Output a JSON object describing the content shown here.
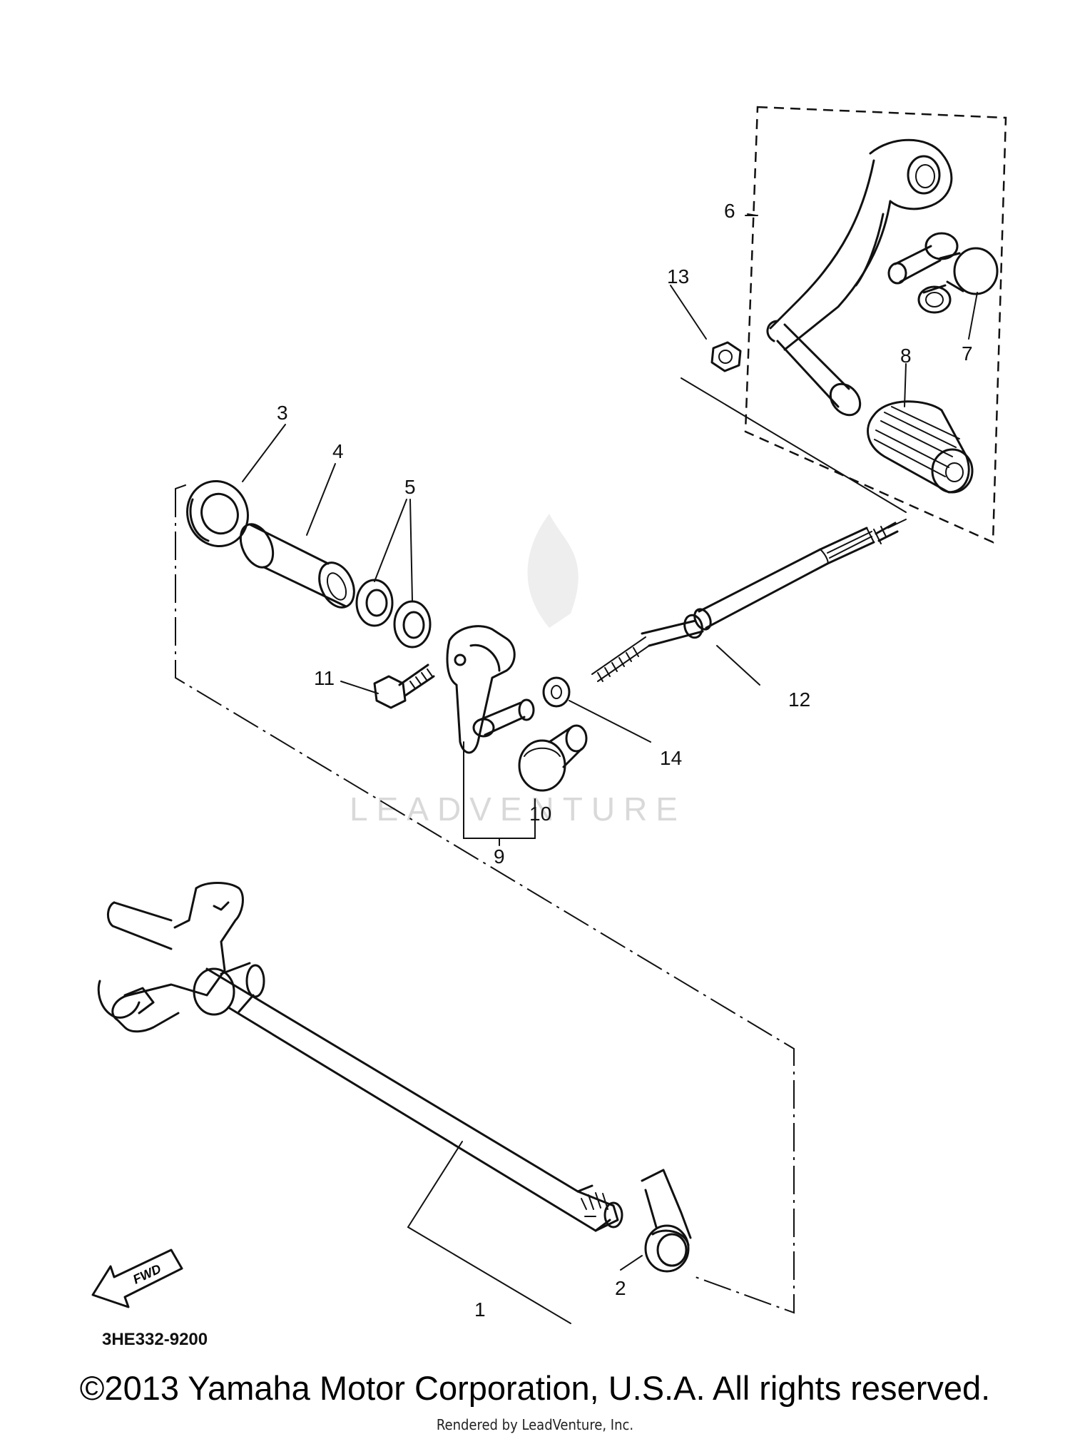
{
  "watermark": "LEADVENTURE",
  "diagram_code": "3HE332-9200",
  "fwd_label": "FWD",
  "copyright": "©2013 Yamaha Motor Corporation, U.S.A. All rights reserved.",
  "rendered_by": "Rendered by LeadVenture, Inc.",
  "callouts": {
    "c1": "1",
    "c2": "2",
    "c3": "3",
    "c4": "4",
    "c5": "5",
    "c6": "6",
    "c7": "7",
    "c8": "8",
    "c9": "9",
    "c10": "10",
    "c11": "11",
    "c12": "12",
    "c13": "13",
    "c14": "14"
  }
}
